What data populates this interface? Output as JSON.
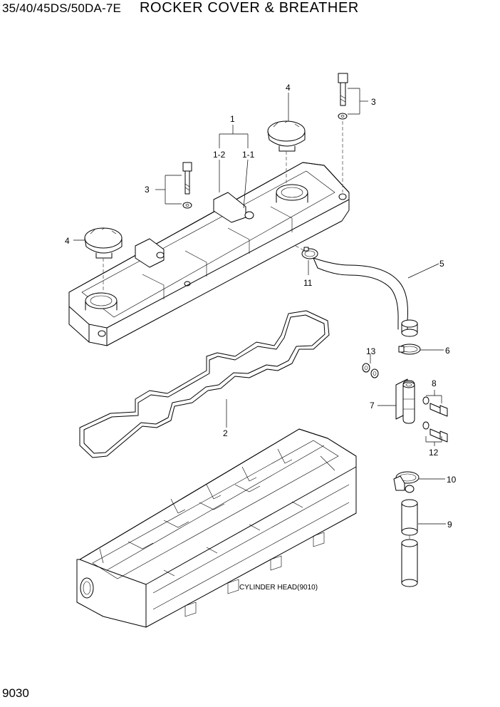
{
  "header": {
    "model": "35/40/45DS/50DA-7E",
    "title": "ROCKER COVER & BREATHER"
  },
  "footer": {
    "page_number": "9030"
  },
  "callouts": {
    "c1": "1",
    "c1_2": "1-2",
    "c1_1": "1-1",
    "c2": "2",
    "c3a": "3",
    "c3b": "3",
    "c4a": "4",
    "c4b": "4",
    "c5": "5",
    "c6": "6",
    "c7": "7",
    "c8": "8",
    "c9": "9",
    "c10": "10",
    "c11": "11",
    "c12": "12",
    "c13": "13"
  },
  "reference_note": "CYLINDER HEAD(9010)"
}
